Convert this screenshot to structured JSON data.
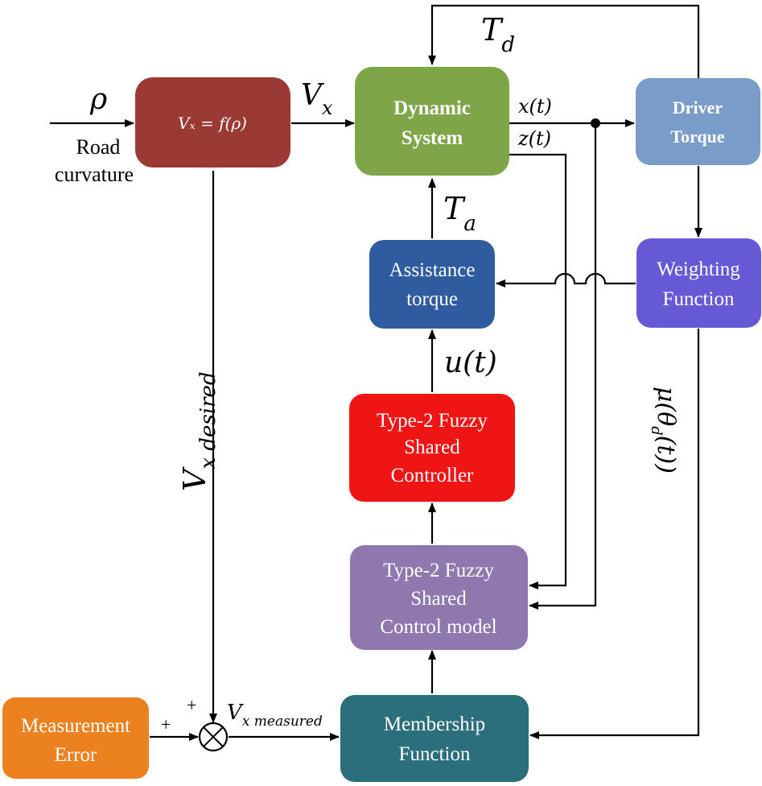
{
  "blocks": {
    "speed_map": {
      "label": "Vₓ = f(ρ)",
      "color": "#9b3a34"
    },
    "dynamic_system": {
      "line1": "Dynamic",
      "line2": "System",
      "color": "#7ea548"
    },
    "driver_torque": {
      "line1": "Driver",
      "line2": "Torque",
      "color": "#7a9cc9"
    },
    "weighting_function": {
      "line1": "Weighting",
      "line2": "Function",
      "color": "#6659d6"
    },
    "assistance_torque": {
      "line1": "Assistance",
      "line2": "torque",
      "color": "#2f5c9f"
    },
    "fuzzy_controller": {
      "line1": "Type-2 Fuzzy",
      "line2": "Shared",
      "line3": "Controller",
      "color": "#f01515"
    },
    "fuzzy_model": {
      "line1": "Type-2 Fuzzy",
      "line2": "Shared",
      "line3": "Control model",
      "color": "#8f78ad"
    },
    "membership_function": {
      "line1": "Membership",
      "line2": "Function",
      "color": "#2b6e7c"
    },
    "measurement_error": {
      "line1": "Measurement",
      "line2": "Error",
      "color": "#ec8120"
    }
  },
  "signals": {
    "rho": "ρ",
    "road_curvature_1": "Road",
    "road_curvature_2": "curvature",
    "vx_main": "V",
    "vx_sub": "x",
    "td_main": "T",
    "td_sub": "d",
    "ta_main": "T",
    "ta_sub": "a",
    "x_t": "x(t)",
    "z_t": "z(t)",
    "u_t": "u(t)",
    "vx_desired_main": "V",
    "vx_desired_sub": "x desired",
    "vx_measured_main": "V",
    "vx_measured_sub": "x measured",
    "mu_theta": "μ(θ_d(t))",
    "mu_prefix": "μ(θ",
    "mu_sub": "d",
    "mu_suffix": "(t))",
    "plus_top": "+",
    "plus_left": "+"
  }
}
